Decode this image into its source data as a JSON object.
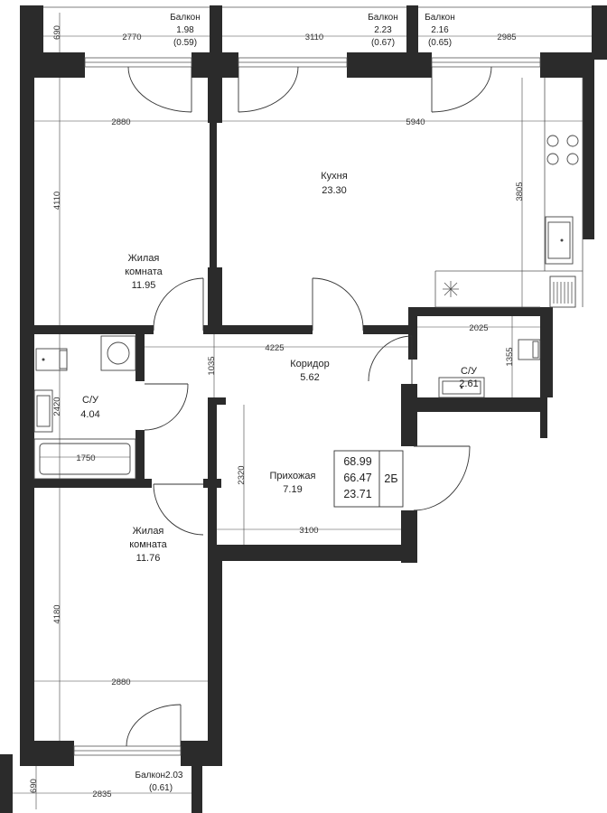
{
  "summary": {
    "total_area": "68.99",
    "area_no_balcony": "66.47",
    "living_area": "23.71",
    "type": "2Б"
  },
  "rooms": {
    "kitchen": {
      "name": "Кухня",
      "area": "23.30"
    },
    "living_top": {
      "name_line1": "Жилая",
      "name_line2": "комната",
      "area": "11.95"
    },
    "living_bottom": {
      "name_line1": "Жилая",
      "name_line2": "комната",
      "area": "11.76"
    },
    "bath_left": {
      "name": "С/У",
      "area": "4.04"
    },
    "bath_right": {
      "name": "С/У",
      "area": "2.61"
    },
    "corridor": {
      "name": "Коридор",
      "area": "5.62"
    },
    "hall": {
      "name": "Прихожая",
      "area": "7.19"
    },
    "balcony_1": {
      "name": "Балкон",
      "area": "1.98",
      "coef": "(0.59)"
    },
    "balcony_2": {
      "name": "Балкон",
      "area": "2.23",
      "coef": "(0.67)"
    },
    "balcony_3": {
      "name": "Балкон",
      "area": "2.16",
      "coef": "(0.65)"
    },
    "balcony_4": {
      "name_area": "Балкон2.03",
      "coef": "(0.61)"
    }
  },
  "dimensions": {
    "bal1_depth": "690",
    "bal1_width": "2770",
    "bal2_width": "3110",
    "bal3_width": "2985",
    "living_top_width": "2880",
    "kitchen_width": "5940",
    "living_top_height": "4110",
    "kitchen_height": "3805",
    "bath_right_width": "2025",
    "corridor_width": "4225",
    "corridor_height": "1035",
    "bath_right_height": "1355",
    "bath_left_height": "2420",
    "bathtub_length": "1750",
    "hall_height": "2320",
    "hall_width": "3100",
    "living_bottom_height": "4180",
    "living_bottom_width": "2880",
    "bal4_depth": "690",
    "bal4_width": "2835"
  }
}
